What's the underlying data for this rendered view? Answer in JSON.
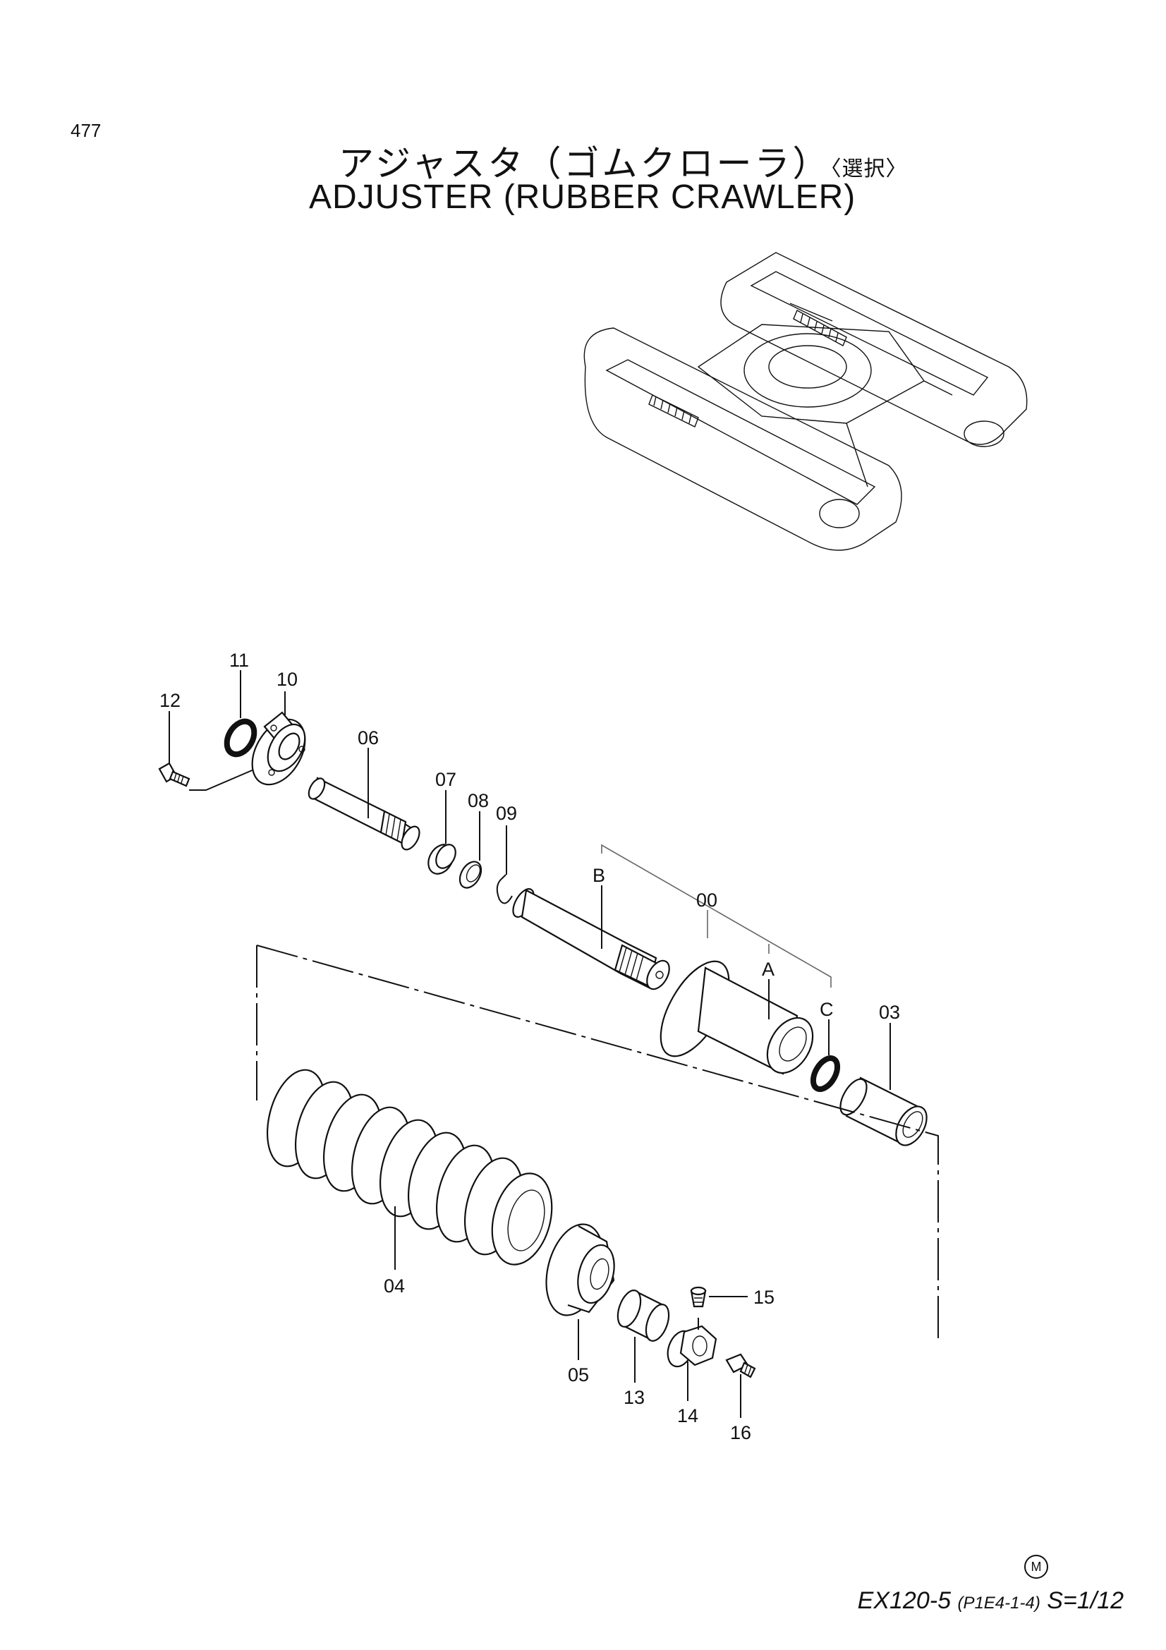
{
  "header": {
    "page_number": "477",
    "title_jp": "アジャスタ（ゴムクローラ）",
    "title_jp_suffix": "〈選択〉",
    "title_en": "ADJUSTER (RUBBER CRAWLER)"
  },
  "footer": {
    "model": "EX120-5",
    "code": "(P1E4-1-4)",
    "scale": "S=1/12",
    "mark": "M"
  },
  "callouts": {
    "c00": "00",
    "c03": "03",
    "c04": "04",
    "c05": "05",
    "c06": "06",
    "c07": "07",
    "c08": "08",
    "c09": "09",
    "c10": "10",
    "c11": "11",
    "c12": "12",
    "c13": "13",
    "c14": "14",
    "c15": "15",
    "c16": "16",
    "cA": "A",
    "cB": "B",
    "cC": "C"
  }
}
